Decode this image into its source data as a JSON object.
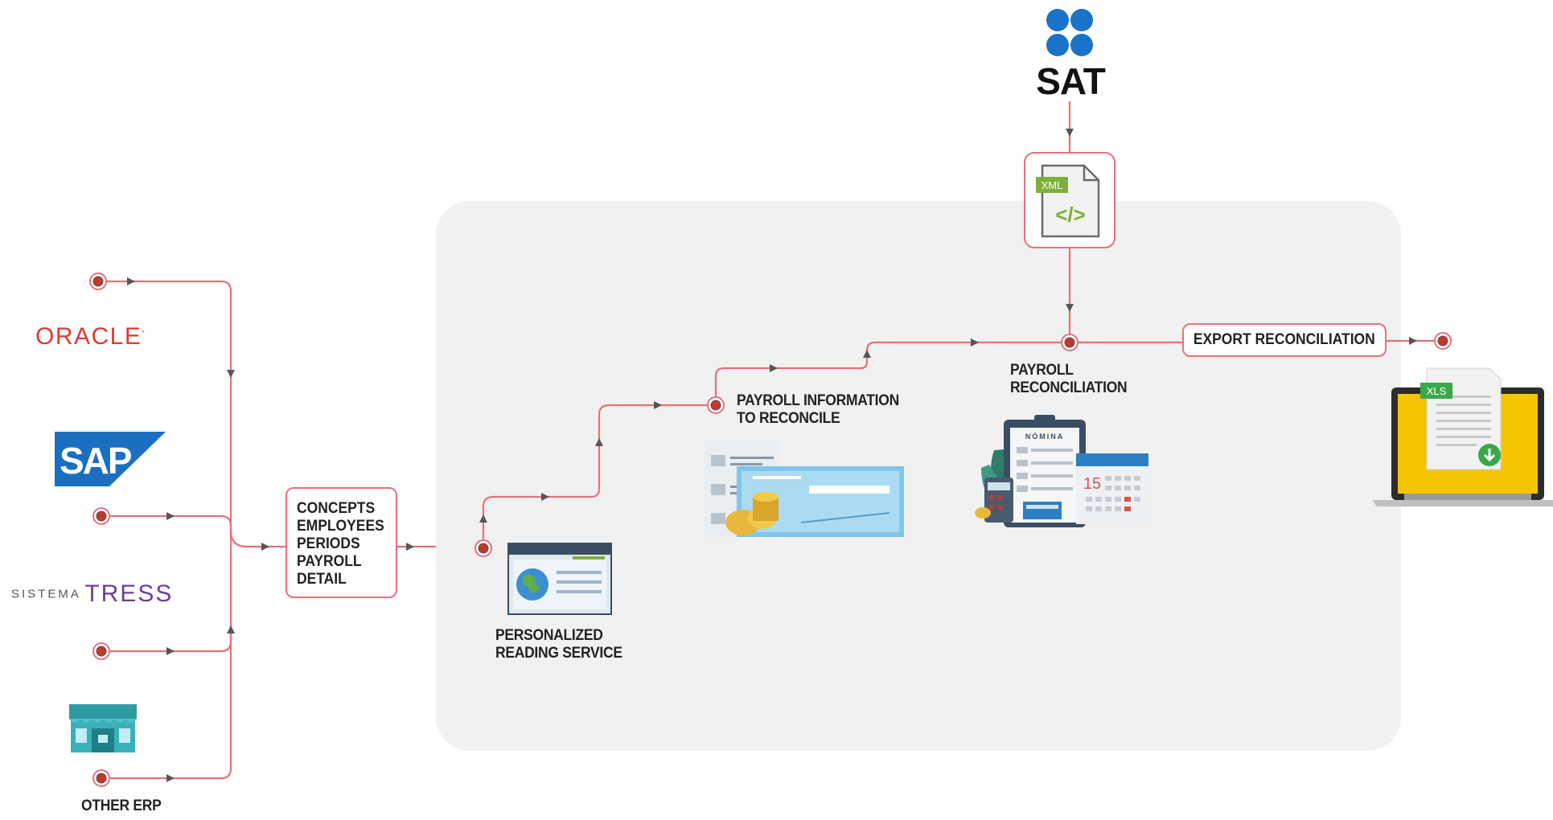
{
  "sources": {
    "oracle": "ORACLE",
    "sap": "SAP",
    "tress_prefix": "SISTEMA",
    "tress_name": "TRESS",
    "other_erp": "OTHER ERP"
  },
  "extract_box": {
    "lines": [
      "CONCEPTS",
      "EMPLOYEES",
      "PERIODS",
      "PAYROLL",
      "DETAIL"
    ]
  },
  "steps": {
    "reading_service": [
      "PERSONALIZED",
      "READING SERVICE"
    ],
    "payroll_info": [
      "PAYROLL INFORMATION",
      "TO RECONCILE"
    ],
    "reconciliation": [
      "PAYROLL",
      "RECONCILIATION"
    ]
  },
  "sat": {
    "label": "SAT",
    "file_badge": "XML",
    "file_symbol": "</>"
  },
  "export": {
    "label": "EXPORT RECONCILIATION",
    "file_badge": "XLS"
  },
  "nomina_label": "NÓMINA",
  "calendar_day": "15",
  "colors": {
    "connector": "#e8707a",
    "node_fill": "#c0392b",
    "panel": "#f1f1f1",
    "oracle": "#e03a2f",
    "sap": "#1a6fc0",
    "tress": "#6a3f9a",
    "sat_dots": "#1a73c8",
    "xml_badge": "#7db03a",
    "xls_badge": "#3aa84a",
    "laptop_screen": "#f5c400"
  },
  "icons": {
    "erp_store": "store-icon",
    "xml_file": "xml-file-icon",
    "browser_globe": "browser-globe-icon",
    "payroll_docs": "payroll-documents-icon",
    "clipboard": "clipboard-calendar-icon",
    "laptop": "laptop-download-icon"
  }
}
